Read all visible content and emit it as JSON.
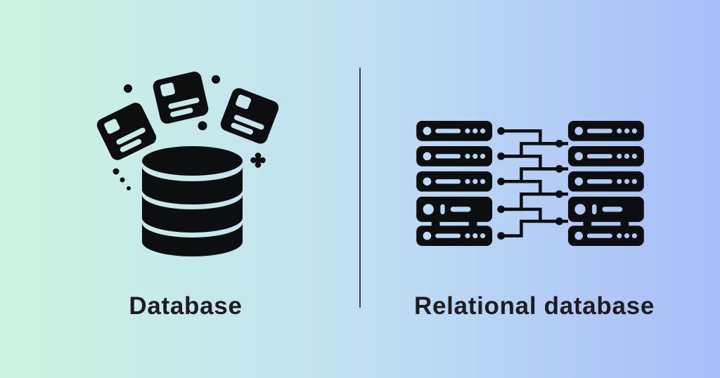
{
  "colors": {
    "bg-left": "#ccf4e0",
    "bg-mid": "#c0e0f2",
    "bg-right": "#a7bdf8",
    "ink": "#0d0e10",
    "text": "#1d1d1f",
    "divider": "#2a3545"
  },
  "left_panel": {
    "label": "Database",
    "icon": "database-cylinder-with-documents"
  },
  "right_panel": {
    "label": "Relational database",
    "icon": "linked-server-clusters"
  }
}
